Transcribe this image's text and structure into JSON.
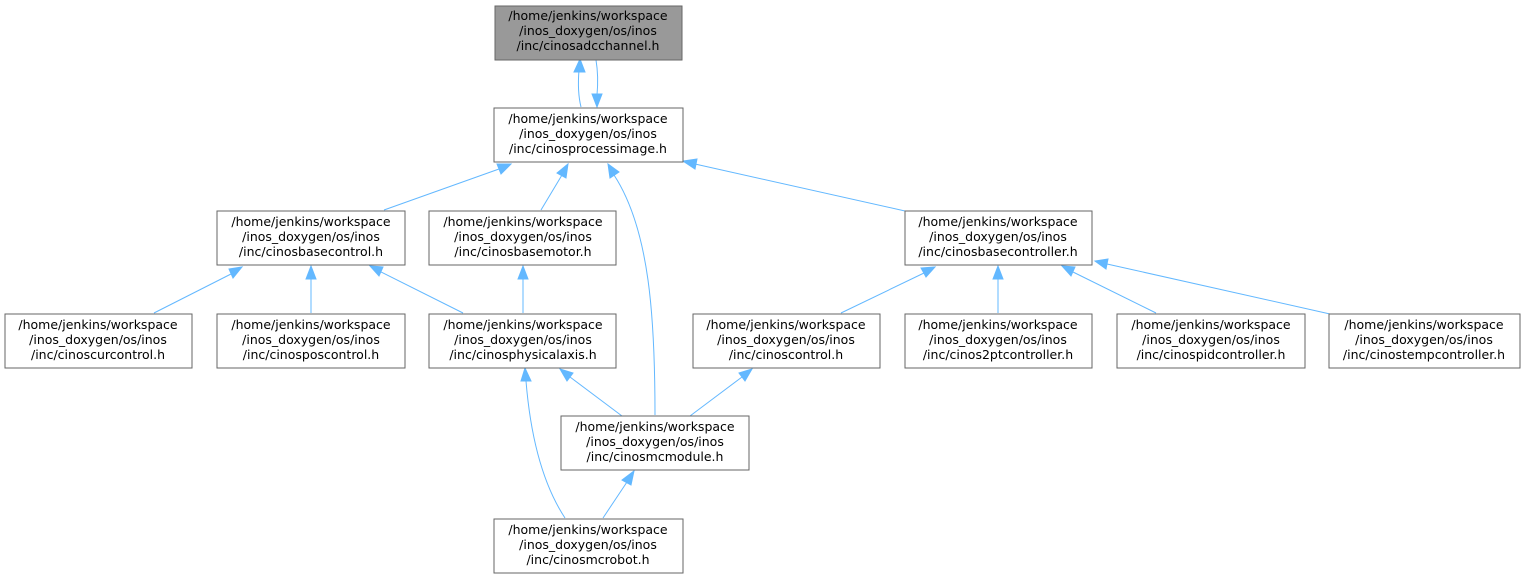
{
  "nodes": {
    "adcchannel": [
      "/home/jenkins/workspace",
      "/inos_doxygen/os/inos",
      "/inc/cinosadcchannel.h"
    ],
    "processimage": [
      "/home/jenkins/workspace",
      "/inos_doxygen/os/inos",
      "/inc/cinosprocessimage.h"
    ],
    "basecontrol": [
      "/home/jenkins/workspace",
      "/inos_doxygen/os/inos",
      "/inc/cinosbasecontrol.h"
    ],
    "basemotor": [
      "/home/jenkins/workspace",
      "/inos_doxygen/os/inos",
      "/inc/cinosbasemotor.h"
    ],
    "basecontroller": [
      "/home/jenkins/workspace",
      "/inos_doxygen/os/inos",
      "/inc/cinosbasecontroller.h"
    ],
    "curcontrol": [
      "/home/jenkins/workspace",
      "/inos_doxygen/os/inos",
      "/inc/cinoscurcontrol.h"
    ],
    "poscontrol": [
      "/home/jenkins/workspace",
      "/inos_doxygen/os/inos",
      "/inc/cinosposcontrol.h"
    ],
    "physicalaxis": [
      "/home/jenkins/workspace",
      "/inos_doxygen/os/inos",
      "/inc/cinosphysicalaxis.h"
    ],
    "control": [
      "/home/jenkins/workspace",
      "/inos_doxygen/os/inos",
      "/inc/cinoscontrol.h"
    ],
    "twoptcontroller": [
      "/home/jenkins/workspace",
      "/inos_doxygen/os/inos",
      "/inc/cinos2ptcontroller.h"
    ],
    "pidcontroller": [
      "/home/jenkins/workspace",
      "/inos_doxygen/os/inos",
      "/inc/cinospidcontroller.h"
    ],
    "tempcontroller": [
      "/home/jenkins/workspace",
      "/inos_doxygen/os/inos",
      "/inc/cinostempcontroller.h"
    ],
    "mcmodule": [
      "/home/jenkins/workspace",
      "/inos_doxygen/os/inos",
      "/inc/cinosmcmodule.h"
    ],
    "mcrobot": [
      "/home/jenkins/workspace",
      "/inos_doxygen/os/inos",
      "/inc/cinosmcrobot.h"
    ]
  },
  "colors": {
    "edge": "#63b8ff",
    "root_fill": "#999999",
    "node_fill": "#ffffff",
    "node_border": "#666666"
  }
}
